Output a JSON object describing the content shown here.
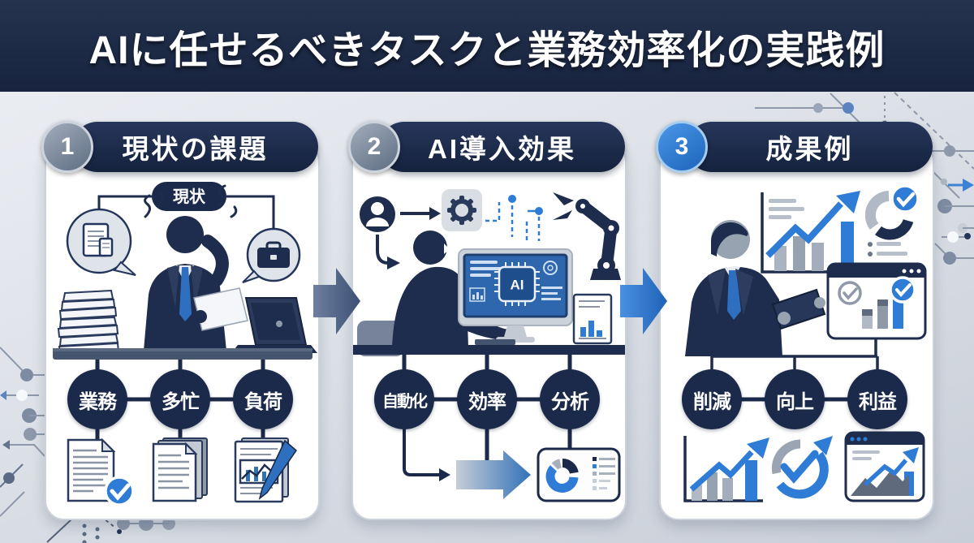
{
  "title": "AIに任せるべきタスクと業務効率化の実践例",
  "panels": [
    {
      "number": "1",
      "header": "現状の課題",
      "tag": "現状",
      "keywords": [
        "業務",
        "多忙",
        "負荷"
      ]
    },
    {
      "number": "2",
      "header": "AI導入効果",
      "chip": "AI",
      "keywords": [
        "自動化",
        "効率",
        "分析"
      ]
    },
    {
      "number": "3",
      "header": "成果例",
      "keywords": [
        "削減",
        "向上",
        "利益"
      ]
    }
  ],
  "colors": {
    "navy": "#1b2a4a",
    "blue": "#2e7cd6",
    "steel_arrow": "#4c5f84",
    "background": "#dfe3ea",
    "card": "#ffffff",
    "gray_icon": "#9aa4b2"
  },
  "icons": {
    "check-icon": "✓",
    "arrow-right-icon": "→",
    "gear-icon": "⚙",
    "user-icon": "👤",
    "briefcase-icon": "💼",
    "document-icon": "📄",
    "robot-arm-icon": "🤖",
    "laptop-icon": "💻",
    "monitor-icon": "🖥",
    "bar-chart-icon": "📊",
    "donut-chart-icon": "◔",
    "pen-icon": "✎"
  }
}
